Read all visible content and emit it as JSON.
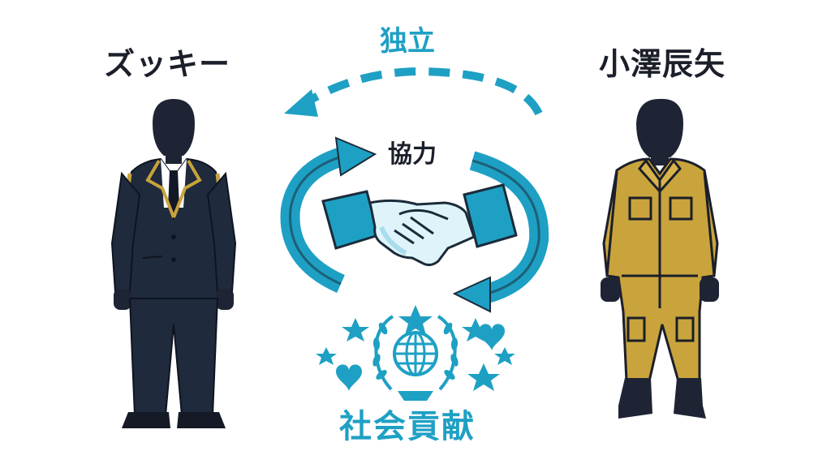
{
  "people": {
    "left": {
      "name": "ズッキー",
      "attire": "business-suit"
    },
    "right": {
      "name": "小澤辰矢",
      "attire": "work-coverall"
    }
  },
  "center": {
    "independence_label": "独立",
    "cooperation_label": "協力",
    "contribution_label": "社会貢献",
    "icons": [
      "dashed-arrow-left-icon",
      "handshake-icon",
      "cycle-arrows-icon",
      "globe-laurel-icon",
      "star-icon",
      "heart-icon"
    ]
  },
  "colors": {
    "accent": "#1ea0c4",
    "accent_light": "#8fd3e6",
    "navy": "#1e2a3d",
    "gold": "#c9a33c",
    "dark": "#1b1f2a"
  }
}
